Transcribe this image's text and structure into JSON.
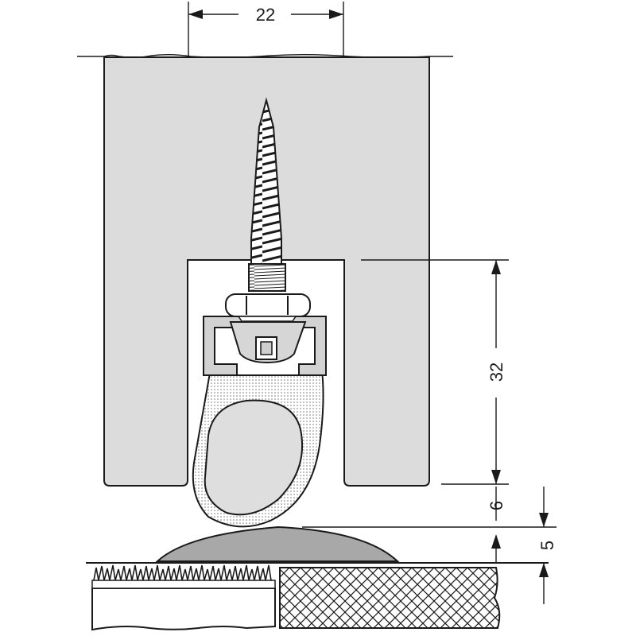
{
  "dimensions": {
    "groove_width": "22",
    "groove_depth": "32",
    "seal_gap": "6",
    "threshold_height": "5"
  },
  "colors": {
    "door_fill": "#dcdcdc",
    "profile_fill": "#d2d2d2",
    "threshold_fill": "#a8a8a8",
    "seal_dots": "#6e6e6e",
    "line": "#1a1a1a"
  }
}
